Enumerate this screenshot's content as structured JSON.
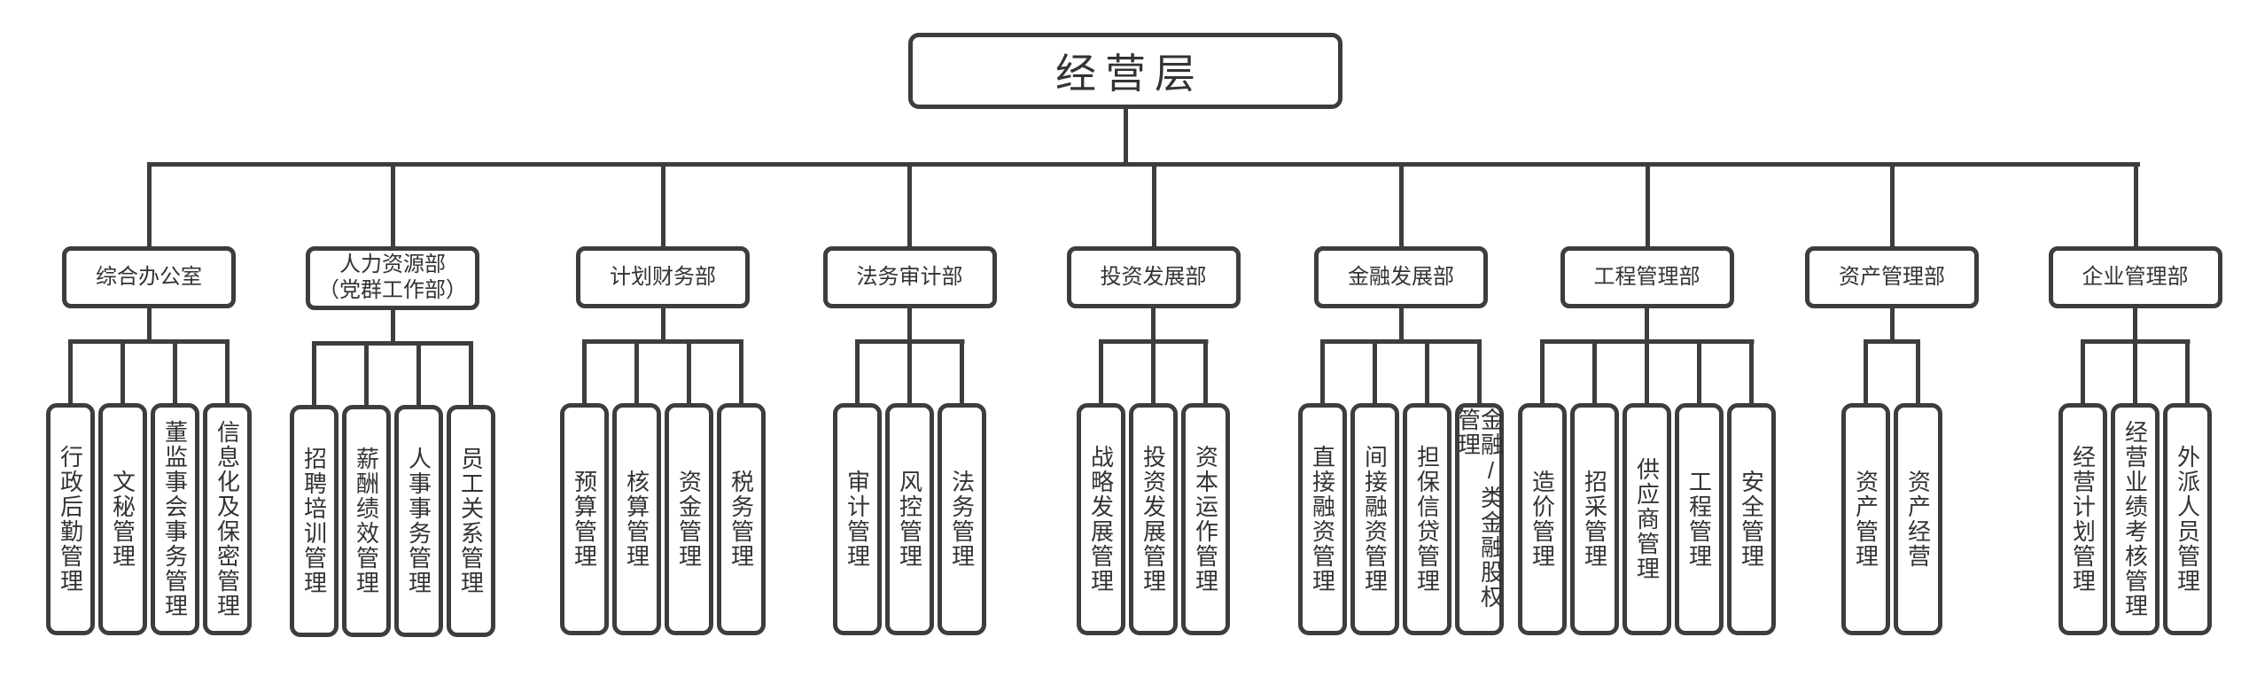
{
  "root": {
    "label": "经营层"
  },
  "departments": [
    {
      "label": "综合办公室",
      "children": [
        "行政后勤管理",
        "文秘管理",
        "董监事会事务管理",
        "信息化及保密管理"
      ]
    },
    {
      "label": "人力资源部\n（党群工作部）",
      "children": [
        "招聘培训管理",
        "薪酬绩效管理",
        "人事事务管理",
        "员工关系管理"
      ]
    },
    {
      "label": "计划财务部",
      "children": [
        "预算管理",
        "核算管理",
        "资金管理",
        "税务管理"
      ]
    },
    {
      "label": "法务审计部",
      "children": [
        "审计管理",
        "风控管理",
        "法务管理"
      ]
    },
    {
      "label": "投资发展部",
      "children": [
        "战略发展管理",
        "投资发展管理",
        "资本运作管理"
      ]
    },
    {
      "label": "金融发展部",
      "children": [
        "直接融资管理",
        "间接融资管理",
        "担保信贷管理",
        "金融/类金融股权管理"
      ]
    },
    {
      "label": "工程管理部",
      "children": [
        "造价管理",
        "招采管理",
        "供应商管理",
        "工程管理",
        "安全管理"
      ]
    },
    {
      "label": "资产管理部",
      "children": [
        "资产管理",
        "资产经营"
      ]
    },
    {
      "label": "企业管理部",
      "children": [
        "经营计划管理",
        "经营业绩考核管理",
        "外派人员管理"
      ]
    }
  ],
  "colors": {
    "line": "#3d3d3d",
    "text": "#333333",
    "background": "#ffffff"
  }
}
